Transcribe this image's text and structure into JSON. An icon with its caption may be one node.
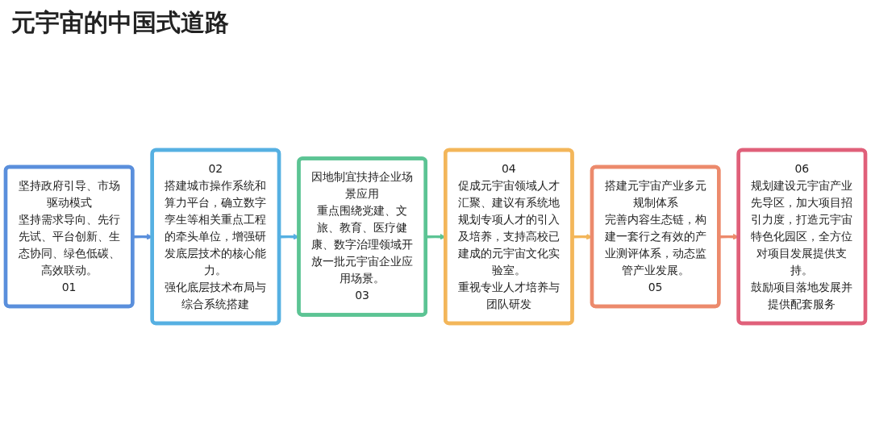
{
  "diagram": {
    "title": "元宇宙的中国式道路",
    "nodes": [
      {
        "text": [
          "坚持政府引导、市场驱动模式",
          "坚持需求导向、先行先试、平台创新、生态协同、绿色低碳、高效联动。",
          "01"
        ]
      },
      {
        "text": [
          "02",
          "搭建城市操作系统和算力平台，确立数字孪生等相关重点工程的牵头单位，增强研发底层技术的核心能力。",
          "强化底层技术布局与综合系统搭建"
        ]
      },
      {
        "text": [
          "因地制宜扶持企业场景应用",
          "重点围绕党建、文旅、教育、医疗健康、数字治理领域开放一批元宇宙企业应用场景。",
          "03"
        ]
      },
      {
        "text": [
          "04",
          "促成元宇宙领域人才汇聚、建议有系统地规划专项人才的引入及培养，支持高校已建成的元宇宙文化实验室。",
          "重视专业人才培养与团队研发"
        ]
      },
      {
        "text": [
          "搭建元宇宙产业多元规制体系",
          "完善内容生态链，构建一套行之有效的产业测评体系，动态监管产业发展。",
          "05"
        ]
      },
      {
        "text": [
          "06",
          "规划建设元宇宙产业先导区，加大项目招引力度，打造元宇宙特色化园区，全方位对项目发展提供支持。",
          "鼓励项目落地发展并提供配套服务"
        ]
      }
    ],
    "edges": [
      {
        "from": 0,
        "to": 1,
        "arrow": "to",
        "color": "#5a8fdc"
      },
      {
        "from": 1,
        "to": 2,
        "arrow": "to",
        "color": "#56b0e2"
      },
      {
        "from": 2,
        "to": 3,
        "arrow": "to",
        "color": "#5cc494"
      },
      {
        "from": 3,
        "to": 4,
        "arrow": "to",
        "color": "#f3b65a"
      },
      {
        "from": 4,
        "to": 5,
        "arrow": "to",
        "color": "#ec8a6c"
      }
    ]
  }
}
